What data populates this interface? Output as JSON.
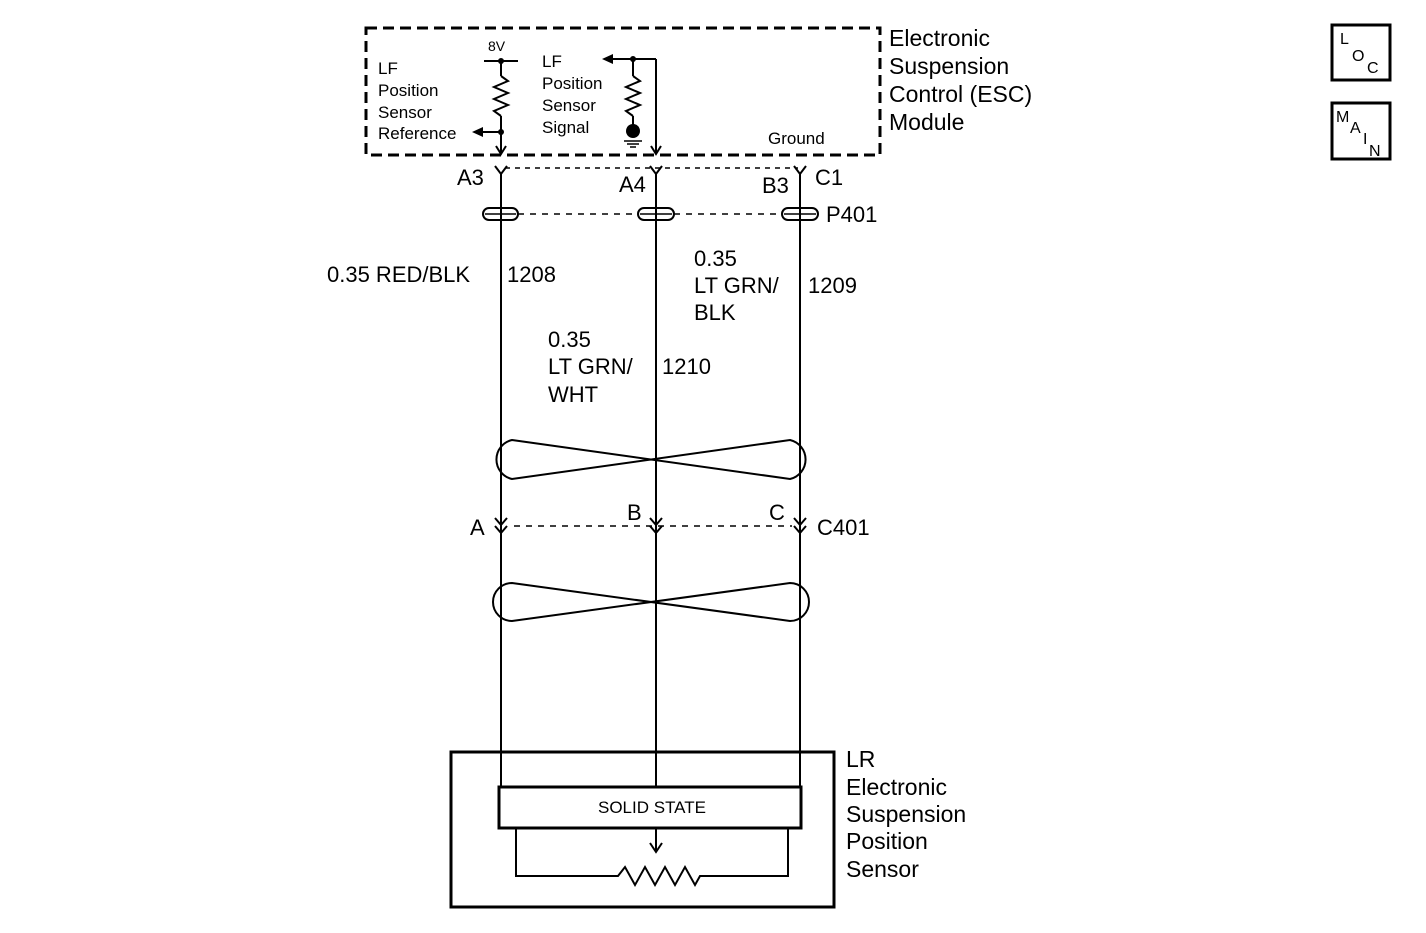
{
  "module": {
    "name_lines": [
      "Electronic",
      "Suspension",
      "Control (ESC)",
      "Module"
    ],
    "voltage": "8V",
    "ref_label_lines": [
      "LF",
      "Position",
      "Sensor",
      "Reference"
    ],
    "sig_label_lines": [
      "LF",
      "Position",
      "Sensor",
      "Signal"
    ],
    "ground_label": "Ground"
  },
  "module_pins": {
    "a3": "A3",
    "a4": "A4",
    "b3": "B3",
    "c1": "C1"
  },
  "splice": {
    "name": "P401"
  },
  "wires": {
    "w1208": {
      "gauge_color": "0.35 RED/BLK",
      "circuit": "1208"
    },
    "w1209": {
      "gauge": "0.35",
      "color_lines": [
        "LT GRN/",
        "BLK"
      ],
      "circuit": "1209"
    },
    "w1210": {
      "gauge": "0.35",
      "color_lines": [
        "LT GRN/",
        "WHT"
      ],
      "circuit": "1210"
    }
  },
  "connector": {
    "name": "C401",
    "pins": [
      "A",
      "B",
      "C"
    ]
  },
  "sensor": {
    "name_lines": [
      "LR",
      "Electronic",
      "Suspension",
      "Position",
      "Sensor"
    ],
    "element": "SOLID STATE"
  },
  "nav": {
    "loc": {
      "l1": "L",
      "l2": "O",
      "l3": "C"
    },
    "main": {
      "l1": "M",
      "l2": "A",
      "l3": "I",
      "l4": "N"
    }
  }
}
